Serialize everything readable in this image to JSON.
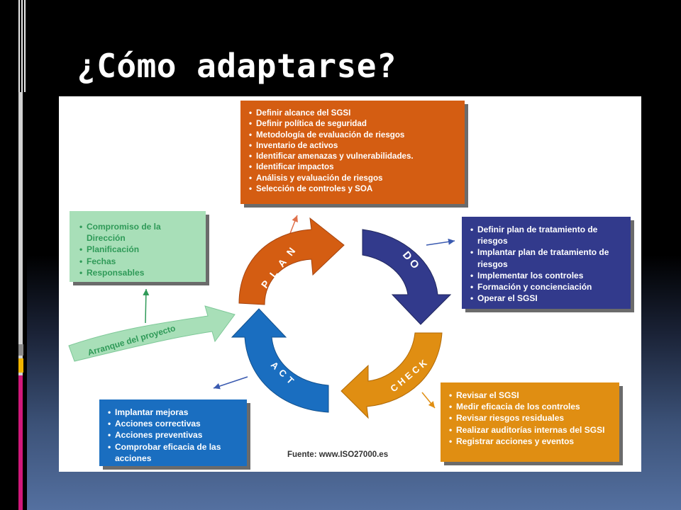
{
  "slide": {
    "title": "¿Cómo adaptarse?"
  },
  "diagram": {
    "plan_box": {
      "items": [
        "Definir alcance del SGSI",
        "Definir política de seguridad",
        "Metodología de evaluación de riesgos",
        "Inventario de activos",
        "Identificar amenazas y vulnerabilidades.",
        "Identificar impactos",
        "Análisis y evaluación de riesgos",
        "Selección de controles y SOA"
      ]
    },
    "do_box": {
      "items": [
        "Definir plan de tratamiento de riesgos",
        "Implantar plan de tratamiento de riesgos",
        "Implementar los controles",
        "Formación y concienciación",
        "Operar el SGSI"
      ]
    },
    "check_box": {
      "items": [
        "Revisar el SGSI",
        "Medir eficacia de los controles",
        "Revisar riesgos residuales",
        "Realizar auditorías internas del SGSI",
        "Registrar acciones y eventos"
      ]
    },
    "act_box": {
      "items": [
        "Implantar mejoras",
        "Acciones correctivas",
        "Acciones preventivas",
        "Comprobar eficacia de las acciones"
      ]
    },
    "start_box": {
      "items": [
        "Compromiso de la Dirección",
        "Planificación",
        "Fechas",
        "Responsables"
      ]
    },
    "arrows": {
      "plan": "PLAN",
      "do": "DO",
      "check": "CHECK",
      "act": "ACT",
      "start": "Arranque del proyecto"
    },
    "source": "Fuente: www.ISO27000.es"
  },
  "colors": {
    "plan": "#d45d12",
    "do": "#323a8c",
    "check": "#e08e12",
    "act": "#1a6ec0",
    "start_fill": "#a8dfb8",
    "start_text": "#2f9a58"
  }
}
